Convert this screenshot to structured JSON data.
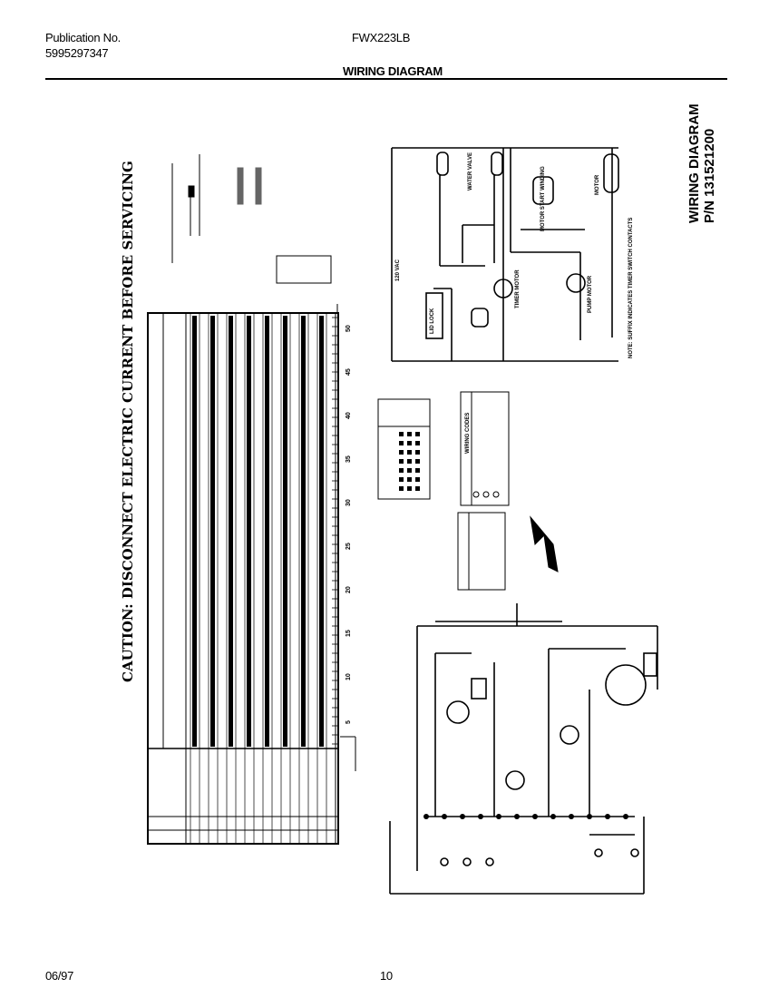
{
  "header": {
    "publication_label": "Publication No.",
    "publication_number": "5995297347",
    "model": "FWX223LB",
    "section_title": "WIRING DIAGRAM"
  },
  "diagram": {
    "caution": "CAUTION: DISCONNECT ELECTRIC CURRENT BEFORE SERVICING",
    "title_line1": "WIRING DIAGRAM",
    "title_line2": "P/N 131521200",
    "ladder": {
      "supply": "120 VAC",
      "water_valve": "WATER VALVE",
      "lid_lock": "LID LOCK",
      "timer_motor": "TIMER MOTOR",
      "pump_motor": "PUMP MOTOR",
      "motor_start_winding": "MOTOR START WINDING",
      "motor": "MOTOR",
      "note": "NOTE: SUFFIX INDICATES TIMER SWITCH CONTACTS"
    },
    "wiring_codes_title": "WIRING CODES",
    "timer_chart_ticks": [
      "5",
      "10",
      "15",
      "20",
      "25",
      "30",
      "35",
      "40",
      "45",
      "50"
    ]
  },
  "footer": {
    "date": "06/97",
    "page": "10"
  }
}
